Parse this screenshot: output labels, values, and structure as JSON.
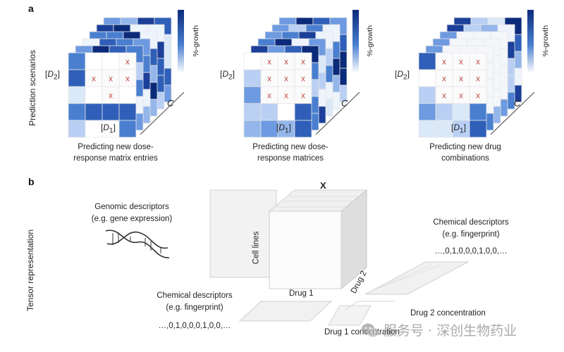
{
  "panel_a": {
    "letter": "a",
    "side_label": "Prediction scenarios",
    "colorbar_label": "%-growth",
    "row_axis": [
      "[",
      "D",
      "2",
      "]"
    ],
    "col_axis": [
      "[",
      "D",
      "1",
      "]"
    ],
    "depth_axis": "C",
    "scenarios": [
      {
        "caption_line1": "Predicting new dose-",
        "caption_line2": "response matrix entries"
      },
      {
        "caption_line1": "Predicting new dose-",
        "caption_line2": "response matrices"
      },
      {
        "caption_line1": "Predicting new drug",
        "caption_line2": "combinations"
      }
    ],
    "missing_marker": "x"
  },
  "panel_b": {
    "letter": "b",
    "side_label": "Tensor representation",
    "tensor_label": "X",
    "genomic": {
      "line1": "Genomic descriptors",
      "line2": "(e.g. gene expression)"
    },
    "chem_right": {
      "line1": "Chemical descriptors",
      "line2": "(e.g. fingerprint)",
      "vector": "…,0,1,0,0,0,1,0,0,…"
    },
    "chem_left": {
      "line1": "Chemical descriptors",
      "line2": "(e.g. fingerprint)",
      "vector": "…,0,1,0,0,0,1,0,0,…"
    },
    "cell_lines": "Cell lines",
    "drug1": "Drug 1",
    "drug2": "Drug 2",
    "drug1_conc": "Drug 1 concentration",
    "drug2_conc": "Drug 2 concentration"
  },
  "watermark": {
    "text": "服务号 · 深创生物药业"
  },
  "colors": {
    "dark_blue": "#0b2a7a",
    "mid_blue": "#4a7fd0",
    "light_blue": "#dbe8f8",
    "marker_red": "#c0504d"
  }
}
